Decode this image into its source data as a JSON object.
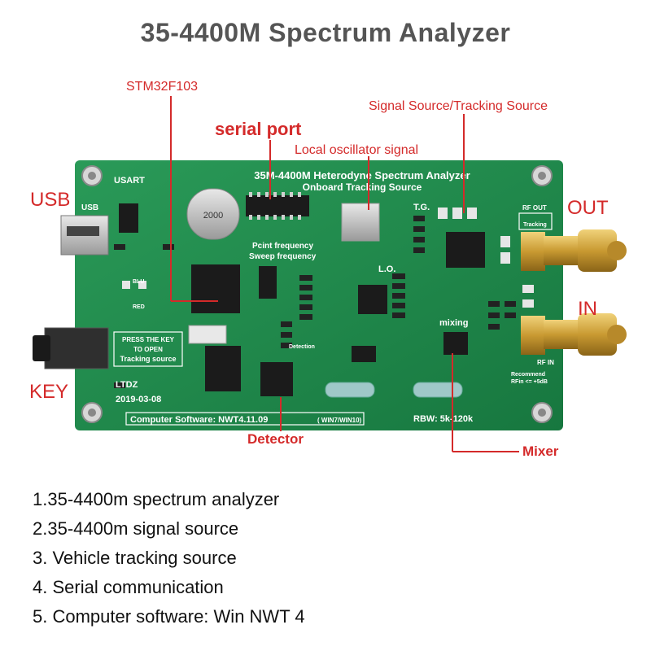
{
  "title": "35-4400M  Spectrum Analyzer",
  "callouts": {
    "usb": "USB",
    "key": "KEY",
    "out": "OUT",
    "in": "IN",
    "mcu": "STM32F103",
    "serial_port": "serial port",
    "local_oscillator": "Local oscillator signal",
    "signal_source": "Signal Source/Tracking Source",
    "detector": "Detector",
    "mixer": "Mixer"
  },
  "board": {
    "heading_line1": "35M-4400M Heterodyne Spectrum Analyzer",
    "heading_line2": "Onboard Tracking Source",
    "usart": "USART",
    "usb": "USB",
    "tg": "T.G.",
    "lo": "L.O.",
    "mixing": "mixing",
    "point_frequency": "Pcint frequency",
    "sweep_frequency": "Sweep frequency",
    "key_note_line1": "PRESS THE KEY",
    "key_note_line2": "TO OPEN",
    "key_note_line3": "Tracking source",
    "maker": "LTDZ",
    "date": "2019-03-08",
    "software": "Computer Software:  NWT4.11.09",
    "software_os": "( WIN7/WIN10)",
    "rbw": "RBW: 5k-120k",
    "rf_out": "RF OUT",
    "tracking": "Tracking",
    "rf_in": "RF IN",
    "recommend": "Recommend",
    "rfin_limit": "RFin <= +5dB",
    "crystal": "2000",
    "led_blu": "BLU",
    "led_red": "RED",
    "detection": "Detection"
  },
  "features": [
    "1.35-4400m spectrum analyzer",
    "2.35-4400m signal source",
    "3. Vehicle tracking source",
    "4. Serial communication",
    "5. Computer software: Win NWT 4"
  ],
  "colors": {
    "pcb": "#1f8a4c",
    "callout_red": "#d42a2a",
    "silkscreen": "#ffffff"
  }
}
